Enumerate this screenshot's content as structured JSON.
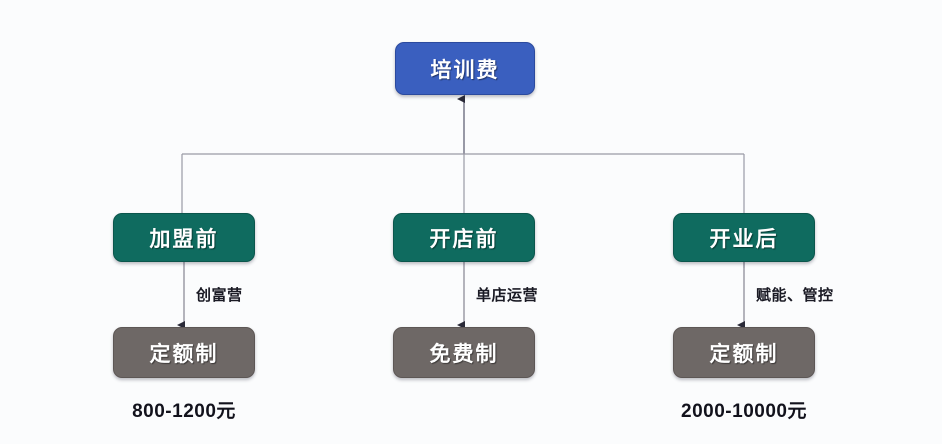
{
  "diagram": {
    "title_node": {
      "label": "培训费",
      "color": "#3a5fbf"
    },
    "stage_color": "#0f6b5f",
    "policy_color": "#6e6866",
    "connector_color": "#8d8d99",
    "branches": [
      {
        "stage": "加盟前",
        "edge_label": "创富营",
        "policy": "定额制",
        "price": "800-1200元"
      },
      {
        "stage": "开店前",
        "edge_label": "单店运营",
        "policy": "免费制",
        "price": ""
      },
      {
        "stage": "开业后",
        "edge_label": "赋能、管控",
        "policy": "定额制",
        "price": "2000-10000元"
      }
    ]
  }
}
